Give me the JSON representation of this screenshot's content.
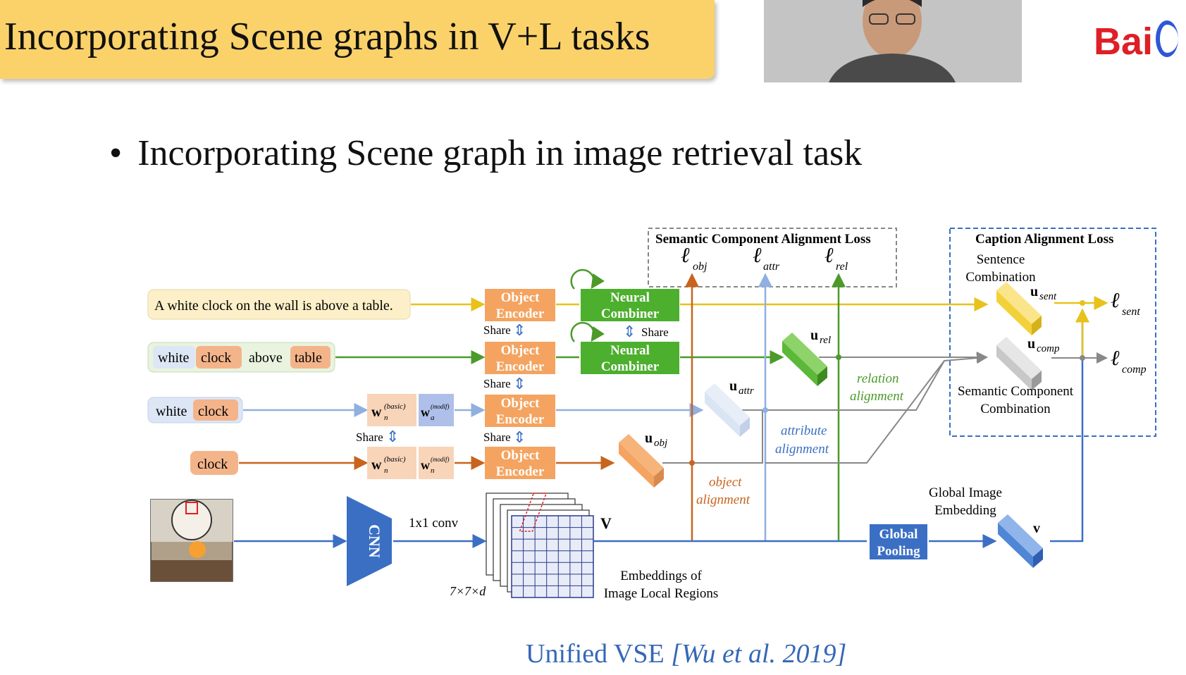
{
  "title": "Incorporating Scene graphs in V+L tasks",
  "logo_text": "Bai",
  "bullet": "Incorporating Scene graph in image retrieval task",
  "citation": {
    "name": "Unified VSE",
    "ref": "[Wu et al. 2019]"
  },
  "colors": {
    "banner": "#fbd26a",
    "obj": "#c8641e",
    "attr": "#8fb0e0",
    "rel": "#4c9a2a",
    "sent": "#e8c21a",
    "img": "#3a6fc4",
    "encoder": "#f4a460",
    "combiner": "#4caf2e",
    "citation": "#3567b6",
    "logo": "#de1f26"
  },
  "diagram": {
    "sentence": "A white clock on the wall is above a table.",
    "triple": [
      "white",
      "clock",
      "above",
      "table"
    ],
    "attr_pair": [
      "white",
      "clock"
    ],
    "obj_word": "clock",
    "object_encoder": [
      "Object",
      "Encoder"
    ],
    "neural_combiner": [
      "Neural",
      "Combiner"
    ],
    "share": "Share",
    "w_basic": "w",
    "w_sup_basic": "(basic)",
    "w_sup_modif": "(modif)",
    "w_sub_n": "n",
    "w_sub_a": "a",
    "cnn": "CNN",
    "conv": "1x1 conv",
    "grid_size": "7×7×d",
    "v_label": "V",
    "v_small": "v",
    "embeddings": [
      "Embeddings of",
      "Image Local Regions"
    ],
    "global_pooling": [
      "Global",
      "Pooling"
    ],
    "global_image": [
      "Global Image",
      "Embedding"
    ],
    "sem_loss_title": "Semantic Component Alignment Loss",
    "cap_loss_title": "Caption Alignment Loss",
    "ell": "ℓ",
    "sub_obj": "obj",
    "sub_attr": "attr",
    "sub_rel": "rel",
    "sub_sent": "sent",
    "sub_comp": "comp",
    "u": "u",
    "sentence_comb": [
      "Sentence",
      "Combination"
    ],
    "semantic_comb": [
      "Semantic Component",
      "Combination"
    ],
    "relation_alignment": [
      "relation",
      "alignment"
    ],
    "attribute_alignment": [
      "attribute",
      "alignment"
    ],
    "object_alignment": [
      "object",
      "alignment"
    ]
  }
}
